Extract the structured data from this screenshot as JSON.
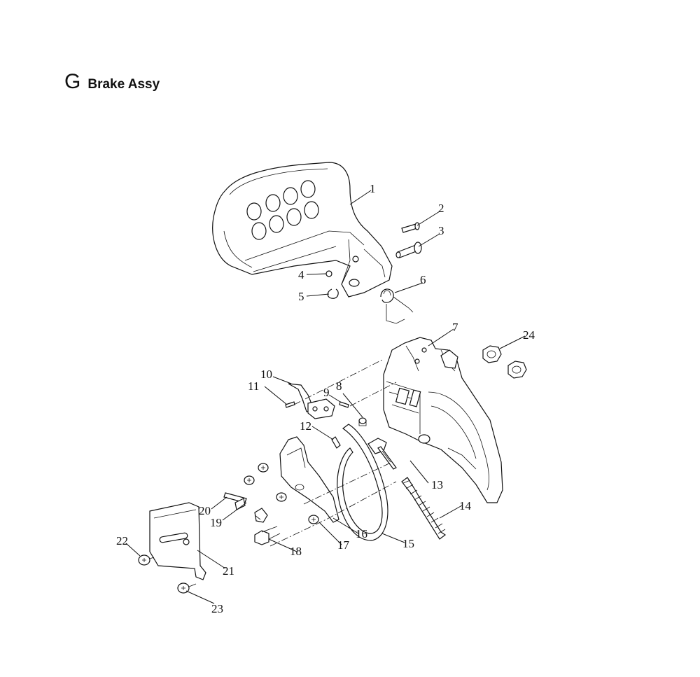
{
  "header": {
    "section_letter": "G",
    "title": "Brake Assy"
  },
  "callouts": [
    {
      "id": "1",
      "label": "1"
    },
    {
      "id": "2",
      "label": "2"
    },
    {
      "id": "3",
      "label": "3"
    },
    {
      "id": "4",
      "label": "4"
    },
    {
      "id": "5",
      "label": "5"
    },
    {
      "id": "6",
      "label": "6"
    },
    {
      "id": "7",
      "label": "7"
    },
    {
      "id": "8",
      "label": "8"
    },
    {
      "id": "9",
      "label": "9"
    },
    {
      "id": "10",
      "label": "10"
    },
    {
      "id": "11",
      "label": "11"
    },
    {
      "id": "12",
      "label": "12"
    },
    {
      "id": "13",
      "label": "13"
    },
    {
      "id": "14",
      "label": "14"
    },
    {
      "id": "15",
      "label": "15"
    },
    {
      "id": "16",
      "label": "16"
    },
    {
      "id": "17",
      "label": "17"
    },
    {
      "id": "18",
      "label": "18"
    },
    {
      "id": "19",
      "label": "19"
    },
    {
      "id": "20",
      "label": "20"
    },
    {
      "id": "21",
      "label": "21"
    },
    {
      "id": "22",
      "label": "22"
    },
    {
      "id": "23",
      "label": "23"
    },
    {
      "id": "24",
      "label": "24"
    }
  ]
}
